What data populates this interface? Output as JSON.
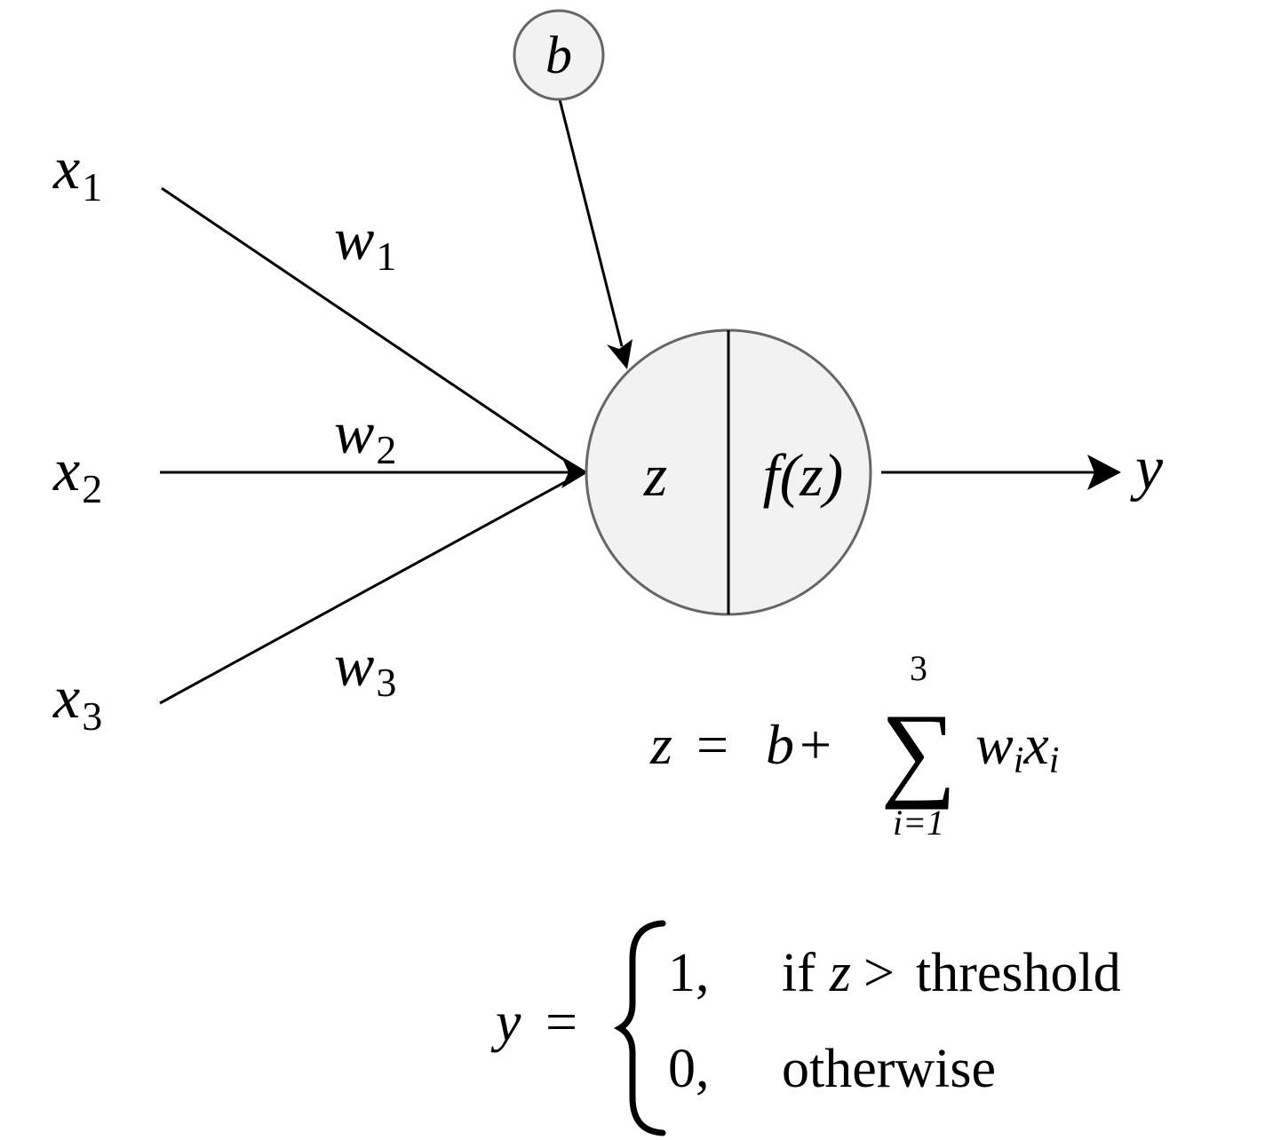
{
  "inputs": [
    {
      "var": "x",
      "sub": "1",
      "weight_var": "w",
      "weight_sub": "1"
    },
    {
      "var": "x",
      "sub": "2",
      "weight_var": "w",
      "weight_sub": "2"
    },
    {
      "var": "x",
      "sub": "3",
      "weight_var": "w",
      "weight_sub": "3"
    }
  ],
  "bias": {
    "label": "b"
  },
  "neuron": {
    "left_label": "z",
    "right_label": "f(z)"
  },
  "output": {
    "label": "y"
  },
  "colors": {
    "line": "#000000",
    "node_fill": "#f2f2f2",
    "node_stroke": "#666666"
  },
  "equations": {
    "sum": {
      "lhs": "z",
      "eq": "=",
      "b": "b",
      "plus": "+",
      "sigma": "∑",
      "upper": "3",
      "lower": "i=1",
      "w": "w",
      "w_sub": "i",
      "x": "x",
      "x_sub": "i"
    },
    "activation": {
      "lhs": "y",
      "eq": "=",
      "case1_value": "1,",
      "case1_if": "if",
      "case1_var": "z",
      "case1_op": ">",
      "case1_rest": "threshold",
      "case2_value": "0,",
      "case2_text": "otherwise"
    }
  }
}
